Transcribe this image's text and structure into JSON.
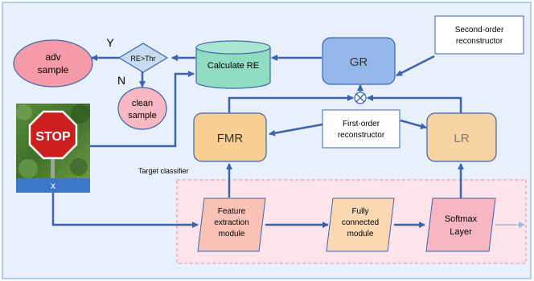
{
  "labels": {
    "adv_sample": [
      "adv",
      "sample"
    ],
    "clean_sample": [
      "clean",
      "sample"
    ],
    "decision": "RE>Thr",
    "yes": "Y",
    "no": "N",
    "calculate_re": "Calculate RE",
    "gr": "GR",
    "second_order": [
      "Second-order",
      "reconstructor"
    ],
    "first_order": [
      "First-order",
      "reconstructor"
    ],
    "fmr": "FMR",
    "lr": "LR",
    "stop_sign": "STOP",
    "input_x": "x",
    "target_classifier": "Target classifier",
    "feature_module": [
      "Feature",
      "extraction",
      "module"
    ],
    "fc_module": [
      "Fully",
      "connected",
      "module"
    ],
    "softmax": [
      "Softmax",
      "Layer"
    ]
  },
  "colors": {
    "background": "#e8f1fb",
    "panel_border": "#9cc0e0",
    "pink_oval": "#f59aa8",
    "pink_small": "#f7b7c3",
    "decision_fill": "#c8dcf0",
    "cylinder": "#8fdcc0",
    "gr_fill": "#94b8ea",
    "orange_box": "#f8cf91",
    "lr_fill": "#f7d3a1",
    "classifier_bg": "#fde3ea",
    "classifier_border": "#e888a8",
    "feature_fill": "#f8c3b6",
    "fc_fill": "#f9d8b2",
    "softmax_fill": "#f7b6c1",
    "arrow": "#3c63ad",
    "stop_red": "#cc2020",
    "x_bar": "#3c78c8"
  }
}
